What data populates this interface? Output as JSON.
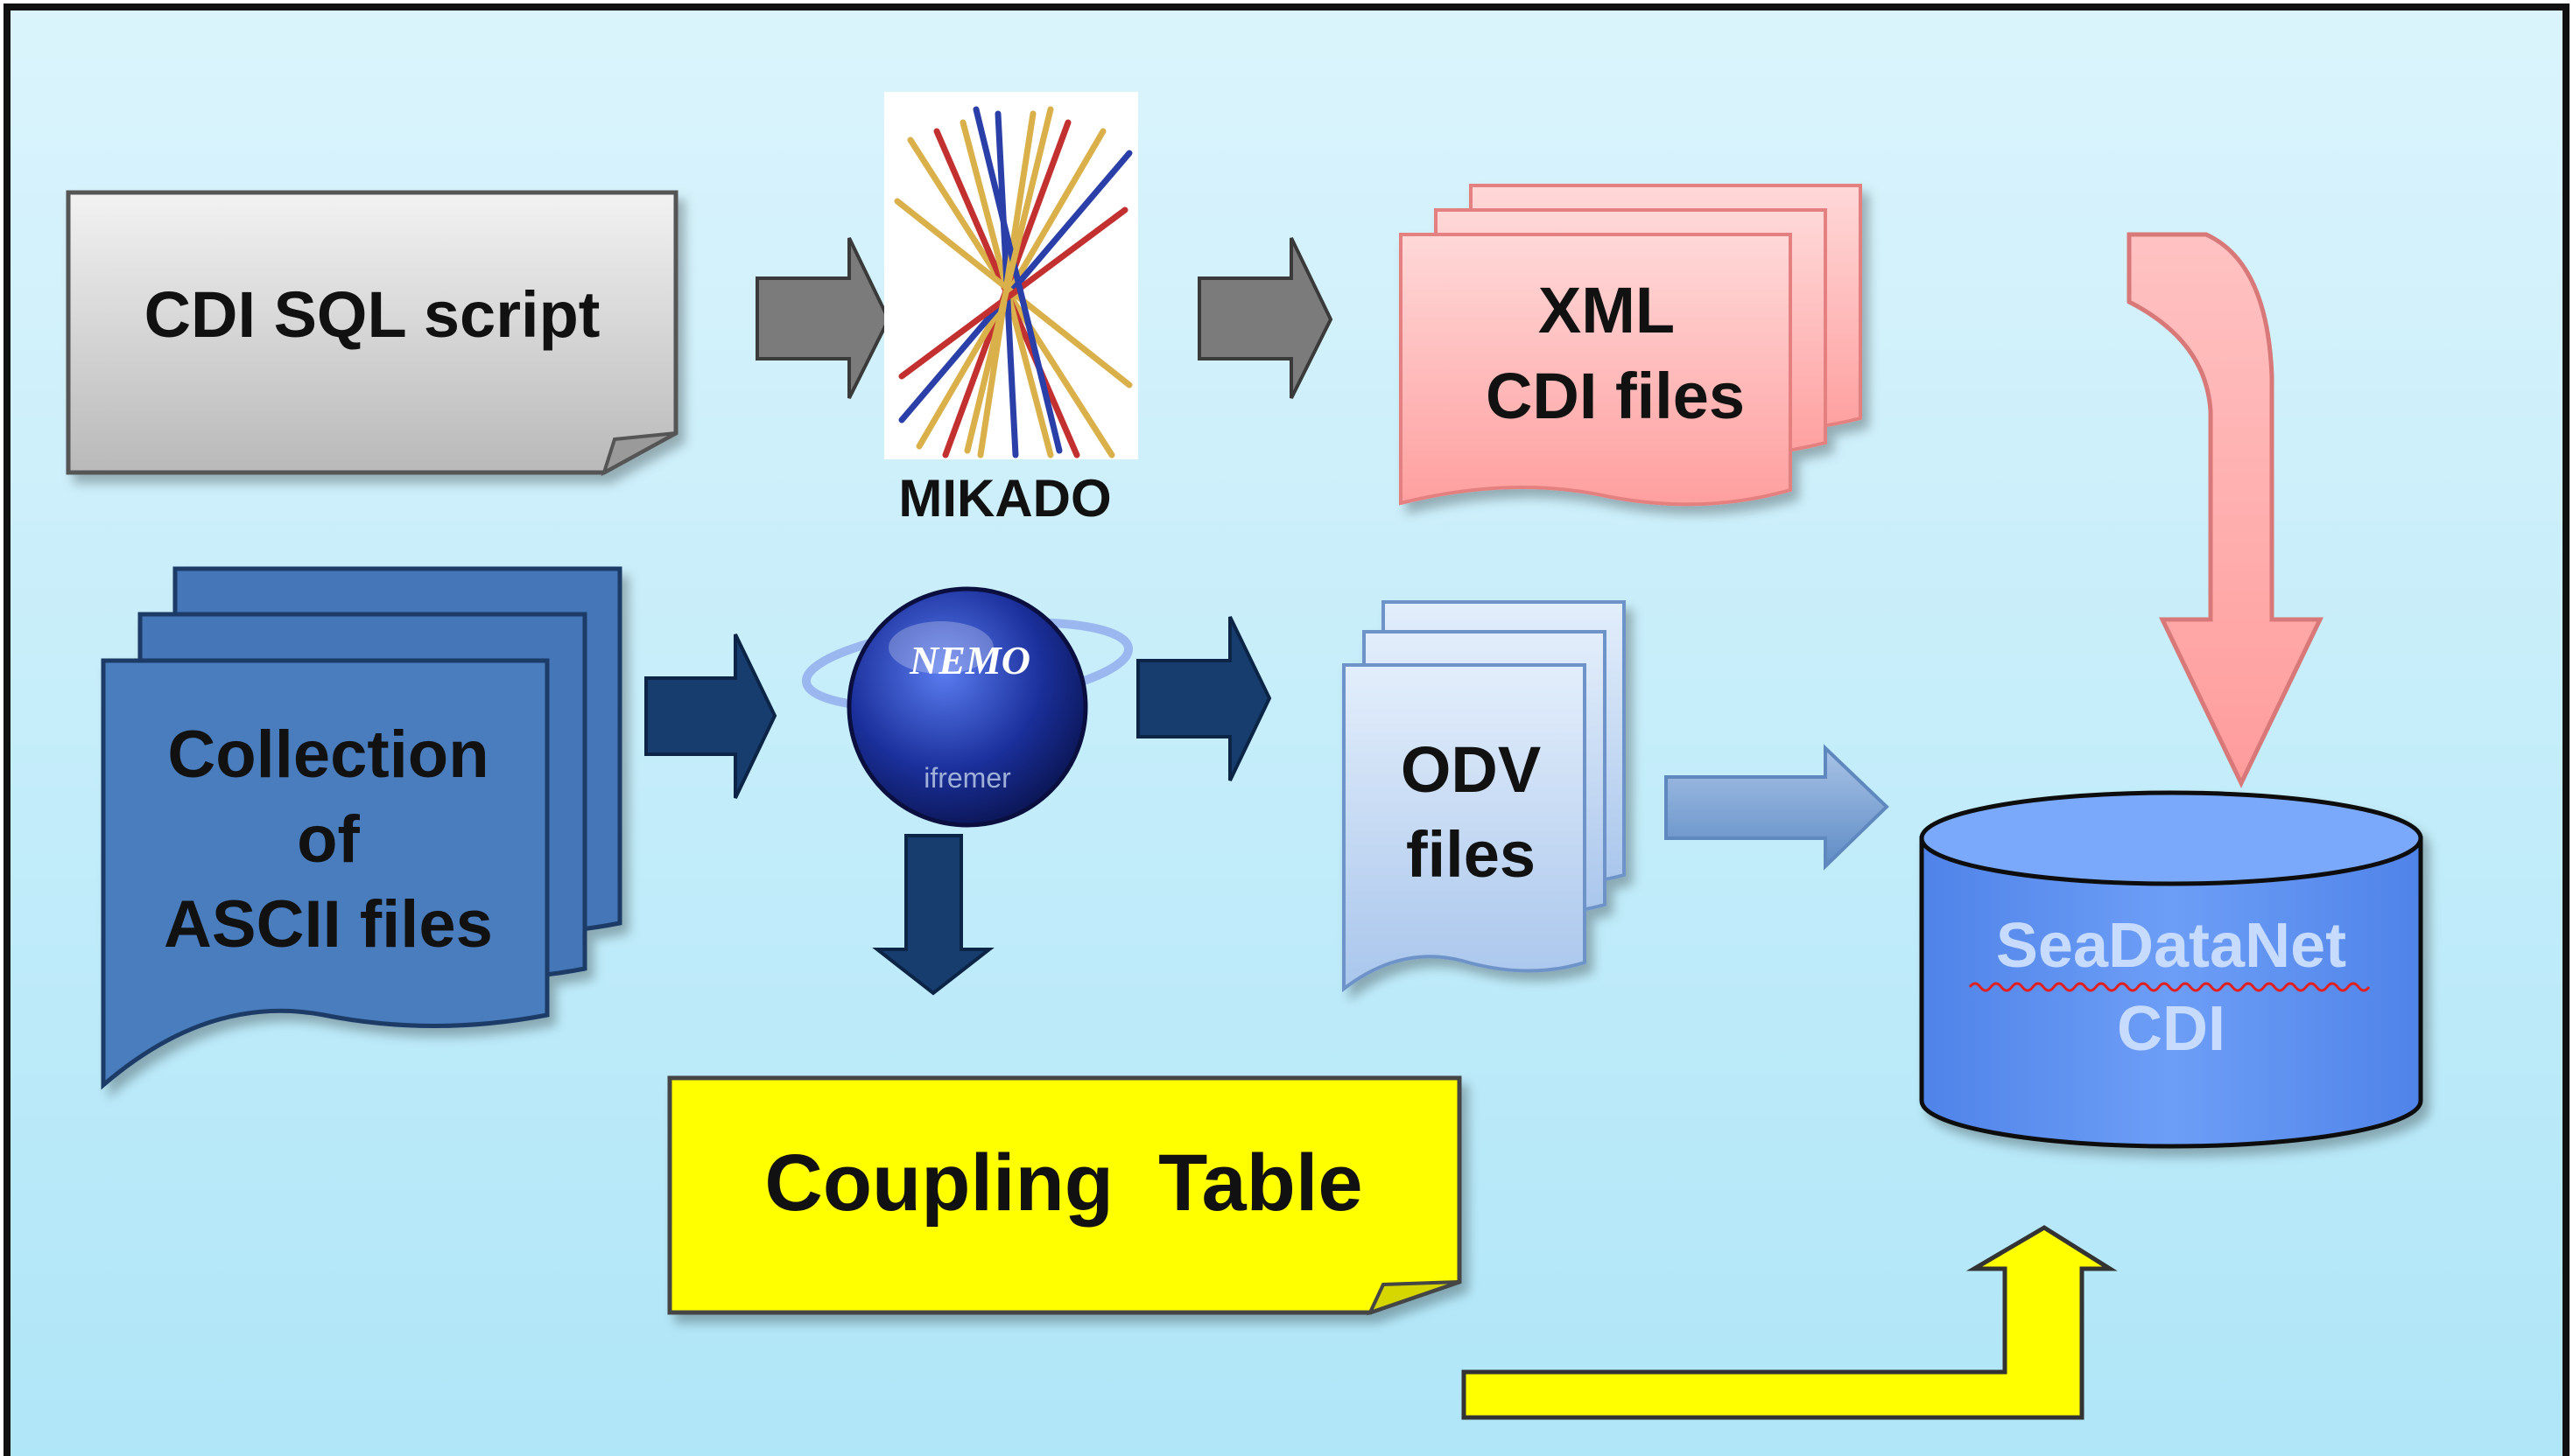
{
  "nodes": {
    "sql_script": {
      "label": "CDI SQL script"
    },
    "mikado": {
      "label": "MIKADO"
    },
    "xml_files": {
      "line1": "XML",
      "line2": "CDI files"
    },
    "ascii_files": {
      "line1": "Collection",
      "line2": "of",
      "line3": "ASCII files"
    },
    "nemo": {
      "label": "NEMO",
      "sublabel": "ifremer"
    },
    "odv_files": {
      "line1": "ODV",
      "line2": "files"
    },
    "coupling_table": {
      "label": "Coupling  Table"
    },
    "seadatanet_db": {
      "line1": "SeaDataNet",
      "line2": "CDI"
    }
  },
  "colors": {
    "background_top": "#d7f2fb",
    "background_bottom": "#b3e7f8",
    "gray_doc": "#c8c8c8",
    "pink_doc": "#ffb7b7",
    "blue_doc": "#4a7dbd",
    "light_blue_doc": "#c9dcf3",
    "yellow_note": "#ffff00",
    "cylinder_blue": "#5b8ff0",
    "gray_arrow": "#7a7a7a",
    "navy_arrow": "#163c6c",
    "pink_arrow": "#ffaeae",
    "yellow_arrow": "#ffff00",
    "odv_arrow": "#7fa5d3"
  }
}
